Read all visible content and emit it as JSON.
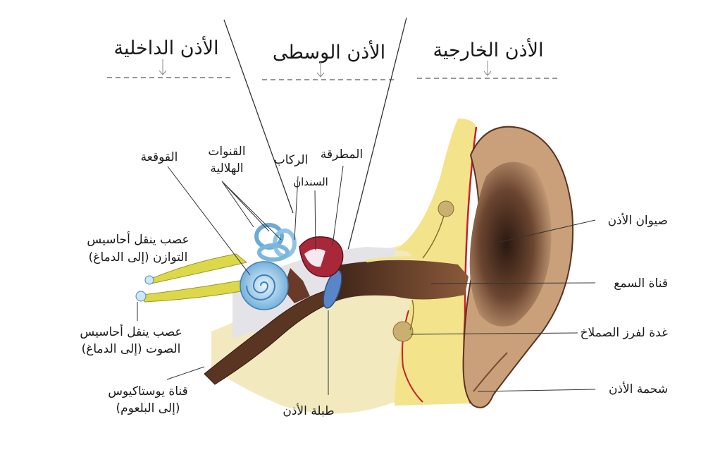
{
  "sections": {
    "inner": "الأذن الداخلية",
    "middle": "الأذن الوسطى",
    "outer": "الأذن الخارجية"
  },
  "labels": {
    "semicircular_line1": "القنوات",
    "semicircular_line2": "الهلالية",
    "cochlea": "القوقعة",
    "stirrup": "الركاب",
    "hammer": "المطرقة",
    "anvil": "السندان",
    "pinna": "صيوان الأذن",
    "ear_canal": "قناة السمع",
    "wax_gland": "غدة لفرز الصملاخ",
    "lobe": "شحمة الأذن",
    "eardrum": "طبلة الأذن",
    "balance_nerve_line1": "عصب ينقل أحاسيس",
    "balance_nerve_line2": "التوازن (إلى الدماغ)",
    "sound_nerve_line1": "عصب ينقل أحاسيس",
    "sound_nerve_line2": "الصوت (إلى الدماغ)",
    "eustachian_line1": "قناة يوستاكيوس",
    "eustachian_line2": "(إلى البلعوم)"
  },
  "colors": {
    "skin": "#f3e48c",
    "bone": "#f2e9bf",
    "canal_brown": "#6b3b26",
    "pinna_dark": "#4a2a1c",
    "cochlea_blue": "#8fc4e6",
    "nerve_yellow": "#dcd84a",
    "ossicle_red": "#a8283a",
    "line": "#333333"
  }
}
